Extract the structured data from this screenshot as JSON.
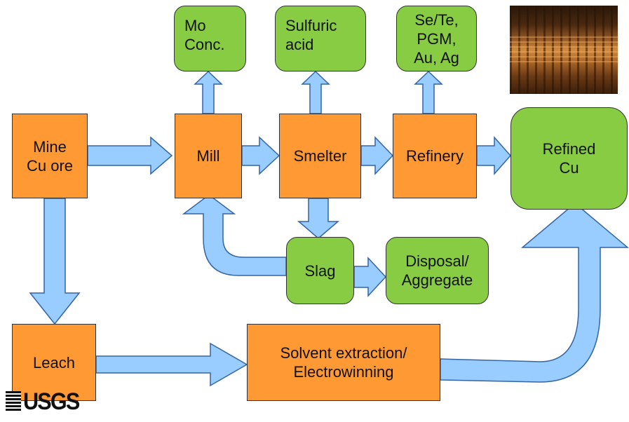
{
  "nodes": {
    "mine": "Mine\nCu ore",
    "mill": "Mill",
    "smelter": "Smelter",
    "refinery": "Refinery",
    "refined_cu": "Refined\nCu",
    "mo_conc": "Mo\nConc.",
    "sulfuric_acid": "Sulfuric\nacid",
    "se_te": "Se/Te,\nPGM,\nAu, Ag",
    "slag": "Slag",
    "disposal": "Disposal/\nAggregate",
    "leach": "Leach",
    "sx_ew": "Solvent extraction/\nElectrowinning"
  },
  "logo": {
    "text": "USGS"
  },
  "colors": {
    "process_box": "#ff9933",
    "product_box": "#88cc44",
    "arrow_fill": "#99ccff",
    "arrow_stroke": "#3465a4"
  }
}
